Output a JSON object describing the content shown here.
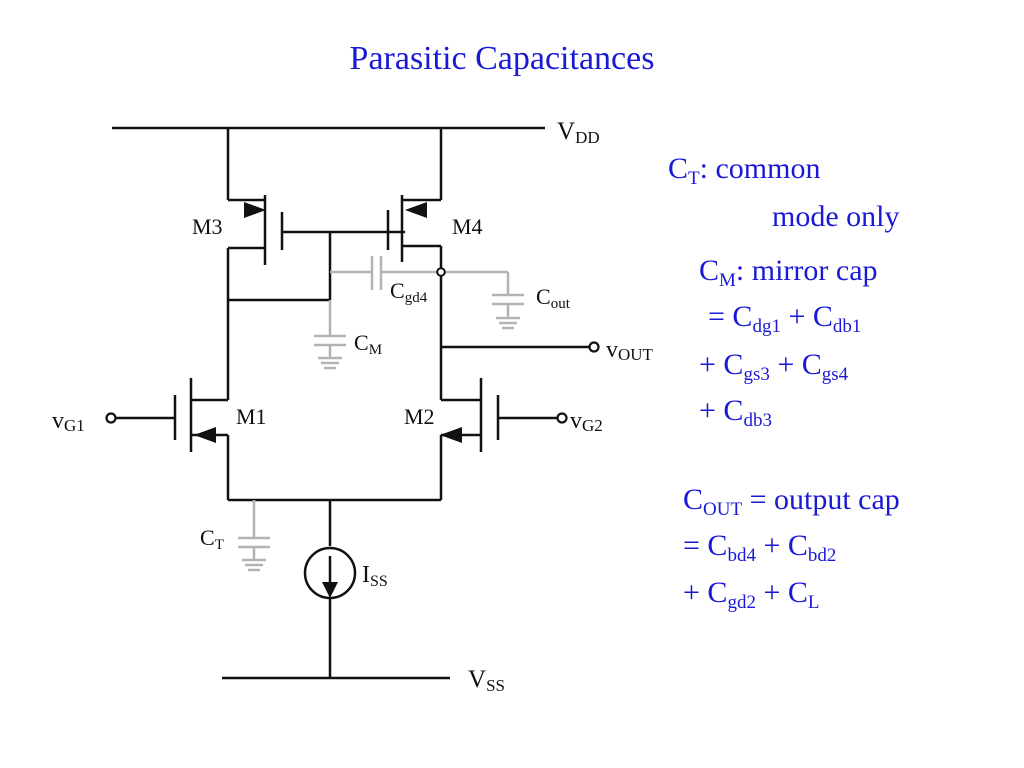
{
  "title": "Parasitic Capacitances",
  "colors": {
    "text": "#1a1ad6",
    "wire": "#111111",
    "parasitic": "#b3b3b3"
  },
  "circuit": {
    "vdd": {
      "main": "V",
      "sub": "DD"
    },
    "vss": {
      "main": "V",
      "sub": "SS"
    },
    "vout": {
      "main": "v",
      "sub": "OUT"
    },
    "vg1": {
      "main": "v",
      "sub": "G1"
    },
    "vg2": {
      "main": "v",
      "sub": "G2"
    },
    "m1": "M1",
    "m2": "M2",
    "m3": "M3",
    "m4": "M4",
    "iss": {
      "main": "I",
      "sub": "SS"
    },
    "cm": {
      "main": "C",
      "sub": "M"
    },
    "ct": {
      "main": "C",
      "sub": "T"
    },
    "cgd4": {
      "main": "C",
      "sub": "gd4"
    },
    "cout": {
      "main": "C",
      "sub": "out"
    }
  },
  "notes": {
    "ct": {
      "c": "C",
      "sub": "T",
      "text1": ": common",
      "text2": "mode only"
    },
    "cm": {
      "c": "C",
      "sub": "M",
      "text1": ": mirror cap",
      "eq1": "= C",
      "dg1": "dg1",
      "plus1": " + C",
      "db1": "db1",
      "eq2": "+ C",
      "gs3": "gs3",
      "plus2": " + C",
      "gs4": "gs4",
      "eq3": "+ C",
      "db3": "db3"
    },
    "cout": {
      "c": "C",
      "sub": "OUT",
      "text1": " = output cap",
      "eq1": "= C",
      "bd4": "bd4",
      "plus1": " + C",
      "bd2": "bd2",
      "eq2": "+ C",
      "gd2": "gd2",
      "plus2": " + C",
      "l": "L"
    }
  }
}
